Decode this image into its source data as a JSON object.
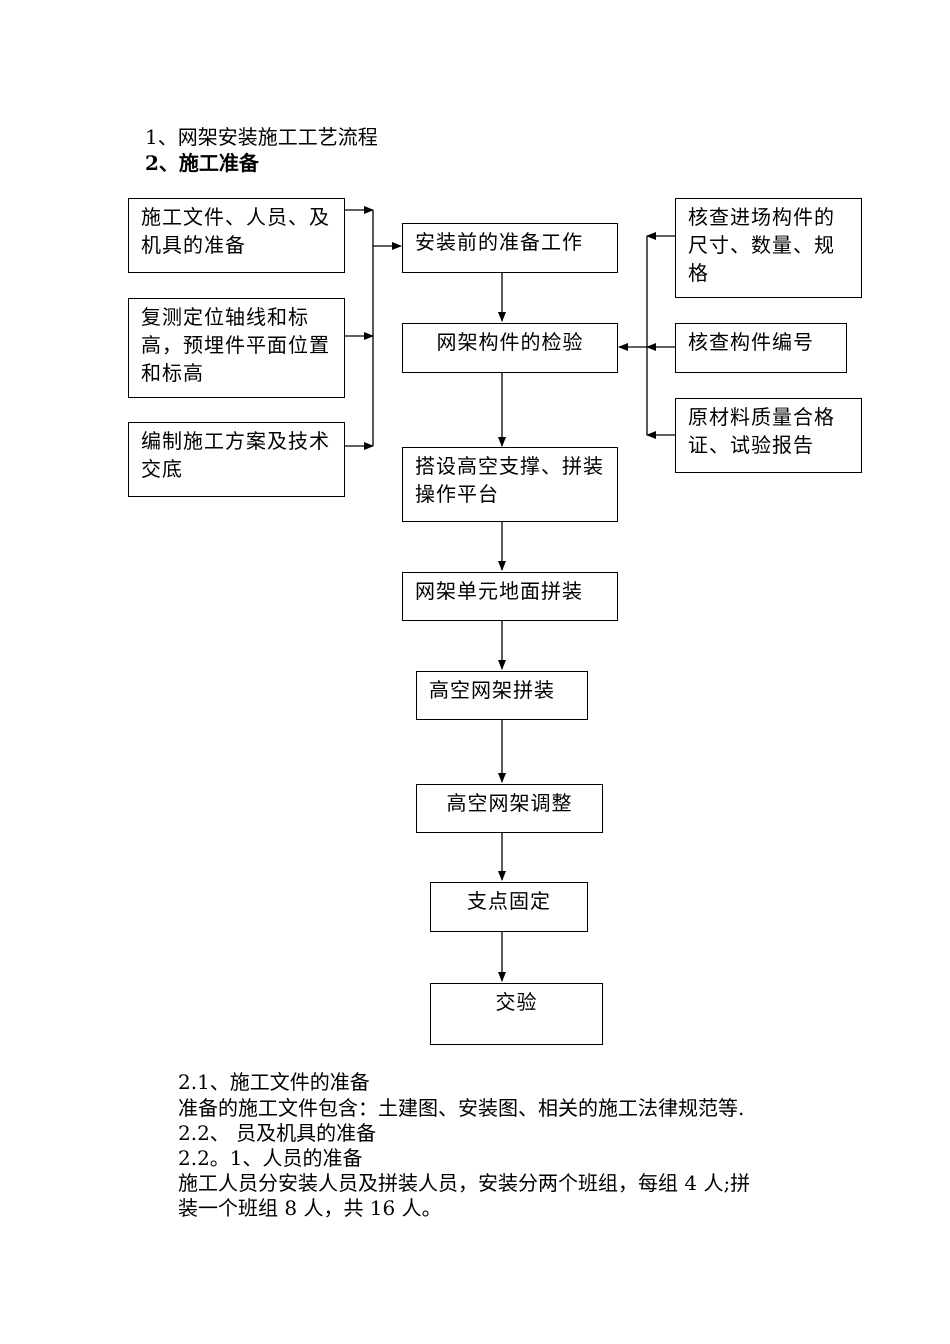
{
  "heading": {
    "line1": "1、网架安装施工工艺流程",
    "line2": "2、施工准备"
  },
  "flow": {
    "left_boxes": [
      "施工文件、人员、及机具的准备",
      "复测定位轴线和标高，预埋件平面位置和标高",
      "编制施工方案及技术交底"
    ],
    "right_boxes": [
      "核查进场构件的尺寸、数量、规格",
      "核查构件编号",
      "原材料质量合格证、试验报告"
    ],
    "main_steps": [
      "安装前的准备工作",
      "网架构件的检验",
      "搭设高空支撑、拼装操作平台",
      "网架单元地面拼装",
      "高空网架拼装",
      "高空网架调整",
      "支点固定",
      "交验"
    ]
  },
  "body": {
    "s21_title": "2.1、施工文件的准备",
    "s21_text": "准备的施工文件包含：土建图、安装图、相关的施工法律规范等.",
    "s22_title": "2.2、 员及机具的准备",
    "s221_title": "2.2。1、人员的准备",
    "s221_text_line1": "施工人员分安装人员及拼装人员，安装分两个班组，每组 4 人;拼",
    "s221_text_line2": "装一个班组 8 人，共 16 人。"
  }
}
